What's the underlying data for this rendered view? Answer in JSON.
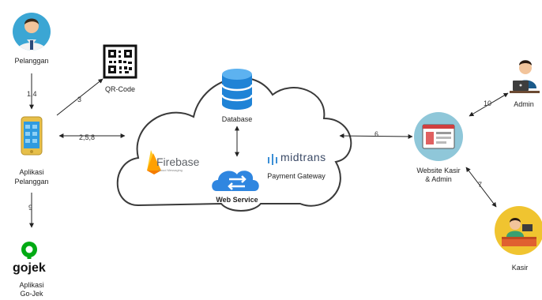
{
  "nodes": {
    "pelanggan": {
      "label": "Pelanggan"
    },
    "qrcode": {
      "label": "QR-Code"
    },
    "aplikasi_pelanggan": {
      "label_line1": "Aplikasi",
      "label_line2": "Pelanggan"
    },
    "aplikasi_gojek": {
      "label_line1": "Aplikasi",
      "label_line2": "Go-Jek",
      "logo_text": "gojek"
    },
    "database": {
      "label": "Database"
    },
    "firebase": {
      "logo_text": "Firebase",
      "logo_subtext": "Cloud Messaging"
    },
    "midtrans": {
      "logo_text": "midtrans",
      "label": "Payment Gateway"
    },
    "web_service": {
      "label": "Web Service"
    },
    "website": {
      "label_line1": "Website Kasir",
      "label_line2": "& Admin"
    },
    "admin": {
      "label": "Admin"
    },
    "kasir": {
      "label": "Kasir"
    }
  },
  "edges": {
    "pelanggan_to_app": "1,4",
    "app_to_qr": "3",
    "app_to_cloud": "2,5,8",
    "app_to_gojek": "9",
    "cloud_to_website": "6",
    "admin_to_website": "10",
    "kasir_to_website": "7"
  },
  "colors": {
    "cloud_fill": "#ffffff",
    "cloud_stroke": "#3a3a3a",
    "database_blue": "#1f83d6",
    "webservice_blue": "#2f86e0",
    "firebase_orange": "#f5a623",
    "gojek_green": "#00aa13",
    "circle_teal": "#5aa9c8"
  }
}
